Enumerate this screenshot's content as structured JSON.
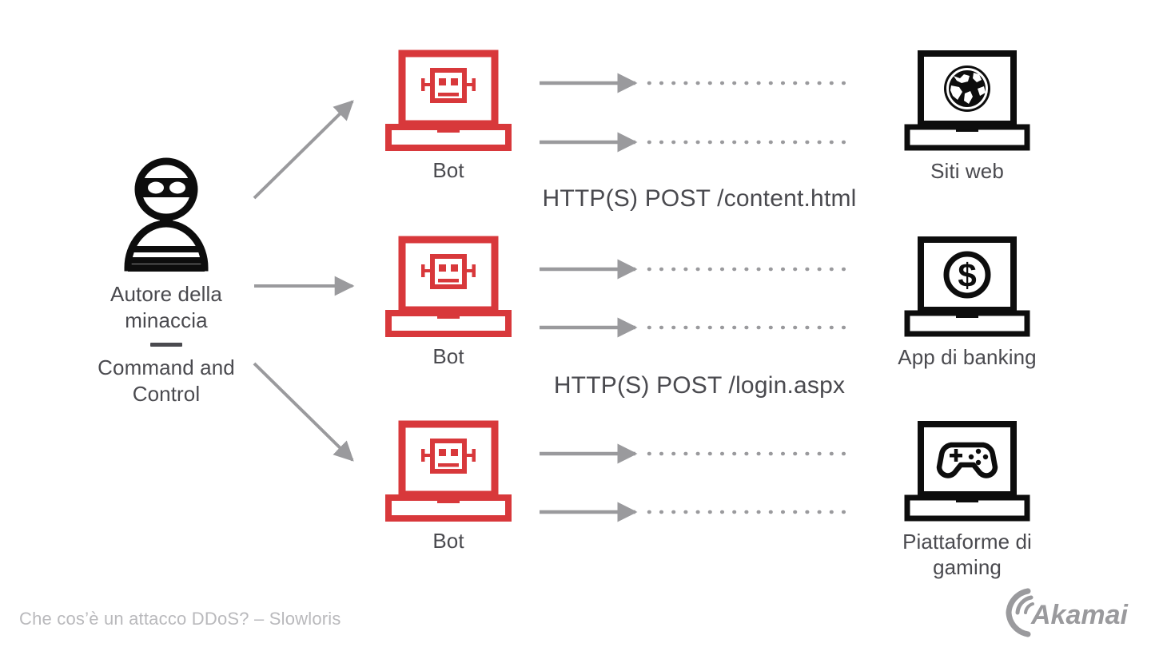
{
  "meta": {
    "background_color": "#ffffff",
    "bot_color": "#d8383b",
    "text_color": "#4a4a4f",
    "arrow_color": "#9a9a9d",
    "footer_color": "#b9b9bc",
    "icon_black": "#0d0d0d"
  },
  "threat_actor": {
    "icon": "burglar-icon",
    "label_line1": "Autore della",
    "label_line2": "minaccia",
    "separator": "—",
    "label2_line1": "Command and",
    "label2_line2": "Control"
  },
  "bots": [
    {
      "icon": "bot-laptop-icon",
      "caption": "Bot"
    },
    {
      "icon": "bot-laptop-icon",
      "caption": "Bot"
    },
    {
      "icon": "bot-laptop-icon",
      "caption": "Bot"
    }
  ],
  "targets": [
    {
      "icon": "globe-laptop-icon",
      "caption_line1": "Siti web",
      "caption_line2": ""
    },
    {
      "icon": "dollar-laptop-icon",
      "caption_line1": "App di banking",
      "caption_line2": ""
    },
    {
      "icon": "gamepad-laptop-icon",
      "caption_line1": "Piattaforme di",
      "caption_line2": "gaming"
    }
  ],
  "protocol_labels": [
    {
      "text": "HTTP(S) POST /content.html"
    },
    {
      "text": "HTTP(S) POST /login.aspx"
    }
  ],
  "control_arrows": [
    {
      "from": "threat-actor",
      "to": "bot-1",
      "direction": "up-right"
    },
    {
      "from": "threat-actor",
      "to": "bot-2",
      "direction": "right"
    },
    {
      "from": "threat-actor",
      "to": "bot-3",
      "direction": "down-right"
    }
  ],
  "flow_arrows": [
    {
      "row": 1,
      "target": "Siti web",
      "style": "solid-arrow-then-dotted"
    },
    {
      "row": 1,
      "target": "Siti web",
      "style": "solid-arrow-then-dotted"
    },
    {
      "row": 2,
      "target": "App di banking",
      "style": "solid-arrow-then-dotted"
    },
    {
      "row": 2,
      "target": "App di banking",
      "style": "solid-arrow-then-dotted"
    },
    {
      "row": 3,
      "target": "Piattaforme di gaming",
      "style": "solid-arrow-then-dotted"
    },
    {
      "row": 3,
      "target": "Piattaforme di gaming",
      "style": "solid-arrow-then-dotted"
    }
  ],
  "footer": {
    "caption": "Che cos’è un attacco DDoS? – Slowloris",
    "logo_text": "Akamai"
  }
}
